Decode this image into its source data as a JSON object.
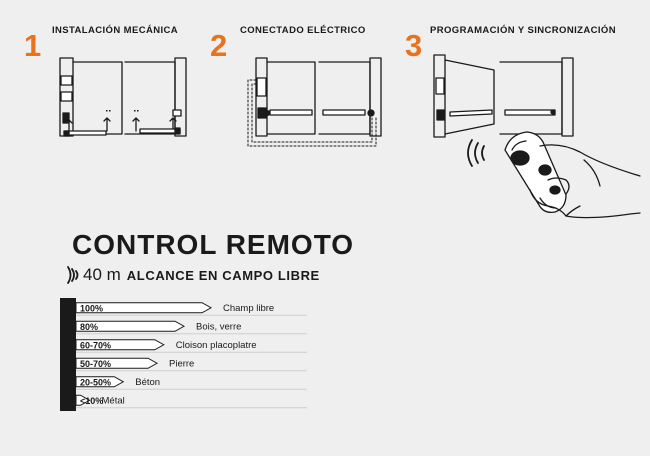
{
  "accent_color": "#e8731f",
  "steps": [
    {
      "number": "1",
      "title": "INSTALACIÓN MECÁNICA"
    },
    {
      "number": "2",
      "title": "CONECTADO ELÉCTRICO"
    },
    {
      "number": "3",
      "title": "PROGRAMACIÓN Y SINCRONIZACIÓN"
    }
  ],
  "title": "CONTROL REMOTO",
  "range": {
    "icon": "signal-waves-icon",
    "value": "40 m",
    "label": "ALCANCE EN CAMPO LIBRE"
  },
  "chart_data": {
    "type": "bar",
    "categories": [
      "100%",
      "80%",
      "60-70%",
      "50-70%",
      "20-50%",
      "<10%"
    ],
    "materials": [
      "Champ libre",
      "Bois, verre",
      "Cloison placoplatre",
      "Pierre",
      "Béton",
      "Métal"
    ],
    "values": [
      100,
      80,
      65,
      60,
      35,
      10
    ],
    "xlim": [
      0,
      100
    ]
  }
}
